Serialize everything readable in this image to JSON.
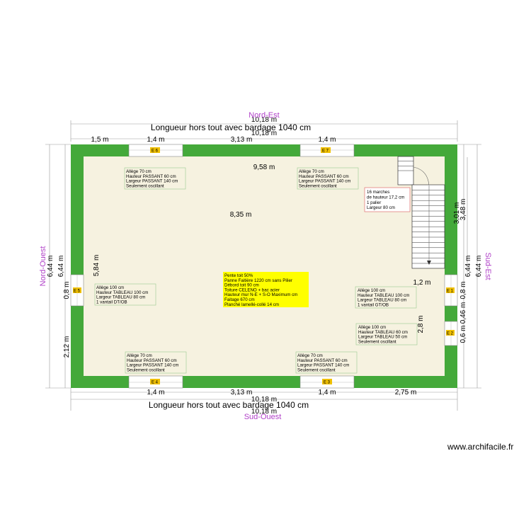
{
  "orientation": {
    "top": "Nord-Est",
    "bottom": "Sud-Ouest",
    "left": "Nord-Ouest",
    "right": "Sud-Est"
  },
  "overall": {
    "top_width": "10,18 m",
    "top_label": "Longueur hors tout avec bardage 1040 cm",
    "top_width_2": "10,18 m",
    "bottom_width": "10,18 m",
    "bottom_label": "Longueur hors tout avec bardage 1040 cm",
    "bottom_width_2": "10,18 m"
  },
  "dimensions": {
    "top_segments": [
      "1,5 m",
      "1,4 m",
      "3,13 m",
      "1,4 m"
    ],
    "bottom_segments": [
      "1,4 m",
      "3,13 m",
      "1,4 m",
      "2,75 m"
    ],
    "inner_width": "9,58 m",
    "inner_width_2": "8,35 m",
    "inner_height": "5,84 m",
    "left_outer_1": "6,44 m",
    "left_outer_2": "6,44 m",
    "left_window": "0,8 m",
    "left_bottom": "2,12 m",
    "right_outer_1": "6,44 m",
    "right_outer_2": "6,44 m",
    "right_stairs_1": "3,01 m",
    "right_stairs_2": "3,48 m",
    "right_window_1": "0,8 m",
    "right_gap": "0,46 m",
    "right_window_2": "0,6 m",
    "stairs_landing": "1,2 m",
    "right_lower": "2,8 m"
  },
  "windows": {
    "e1": "E 1",
    "e2": "E 2",
    "e3": "E 3",
    "e4": "E 4",
    "e5": "E 5",
    "e6": "E 6",
    "e7": "E 7"
  },
  "notes": {
    "top_left": [
      "Allège 70 cm",
      "Hauteur PASSANT 60 cm",
      "Largeur PASSANT 140 cm",
      "Seulement oscillant"
    ],
    "top_right": [
      "Allège 70 cm",
      "Hauteur PASSANT 60 cm",
      "Largeur PASSANT 140 cm",
      "Seulement oscillant"
    ],
    "left": [
      "Allège 100 cm",
      "Hauteur TABLEAU 100 cm",
      "Largeur TABLEAU 80 cm",
      "1 vantail DT/OB"
    ],
    "right_1": [
      "Allège 100 cm",
      "Hauteur TABLEAU 100 cm",
      "Largeur TABLEAU 80 cm",
      "1 vantail GT/OB"
    ],
    "right_2": [
      "Allège 100 cm",
      "Hauteur TABLEAU 60 cm",
      "Largeur TABLEAU 50 cm",
      "Seulement oscillant"
    ],
    "bottom_left": [
      "Allège 70 cm",
      "Hauteur PASSANT 60 cm",
      "Largeur PASSANT 140 cm",
      "Seulement oscillant"
    ],
    "bottom_right": [
      "Allège 70 cm",
      "Hauteur PASSANT 60 cm",
      "Largeur PASSANT 140 cm",
      "Seulement oscillant"
    ],
    "stairs": [
      "16 marches",
      "de hauteur 17,2 cm",
      "1 palier",
      "Largeur 80 cm"
    ],
    "roof": [
      "Pente toit 50%",
      "Panne Faitière 1220 cm sans Pilier",
      "Débord toit 90 cm",
      "Toiture CELENO + bac acier",
      "Hauteur mur N-E + S-O Maximum cm",
      "Faitage 670 cm",
      "Planché lamellé-collé 14 cm"
    ]
  },
  "website": "www.archifacile.fr",
  "colors": {
    "wall": "#44a93a",
    "floor": "#f6f2e0",
    "highlight": "#ffff00",
    "window_tag": "#f0c000",
    "orientation": "#b040c8"
  }
}
